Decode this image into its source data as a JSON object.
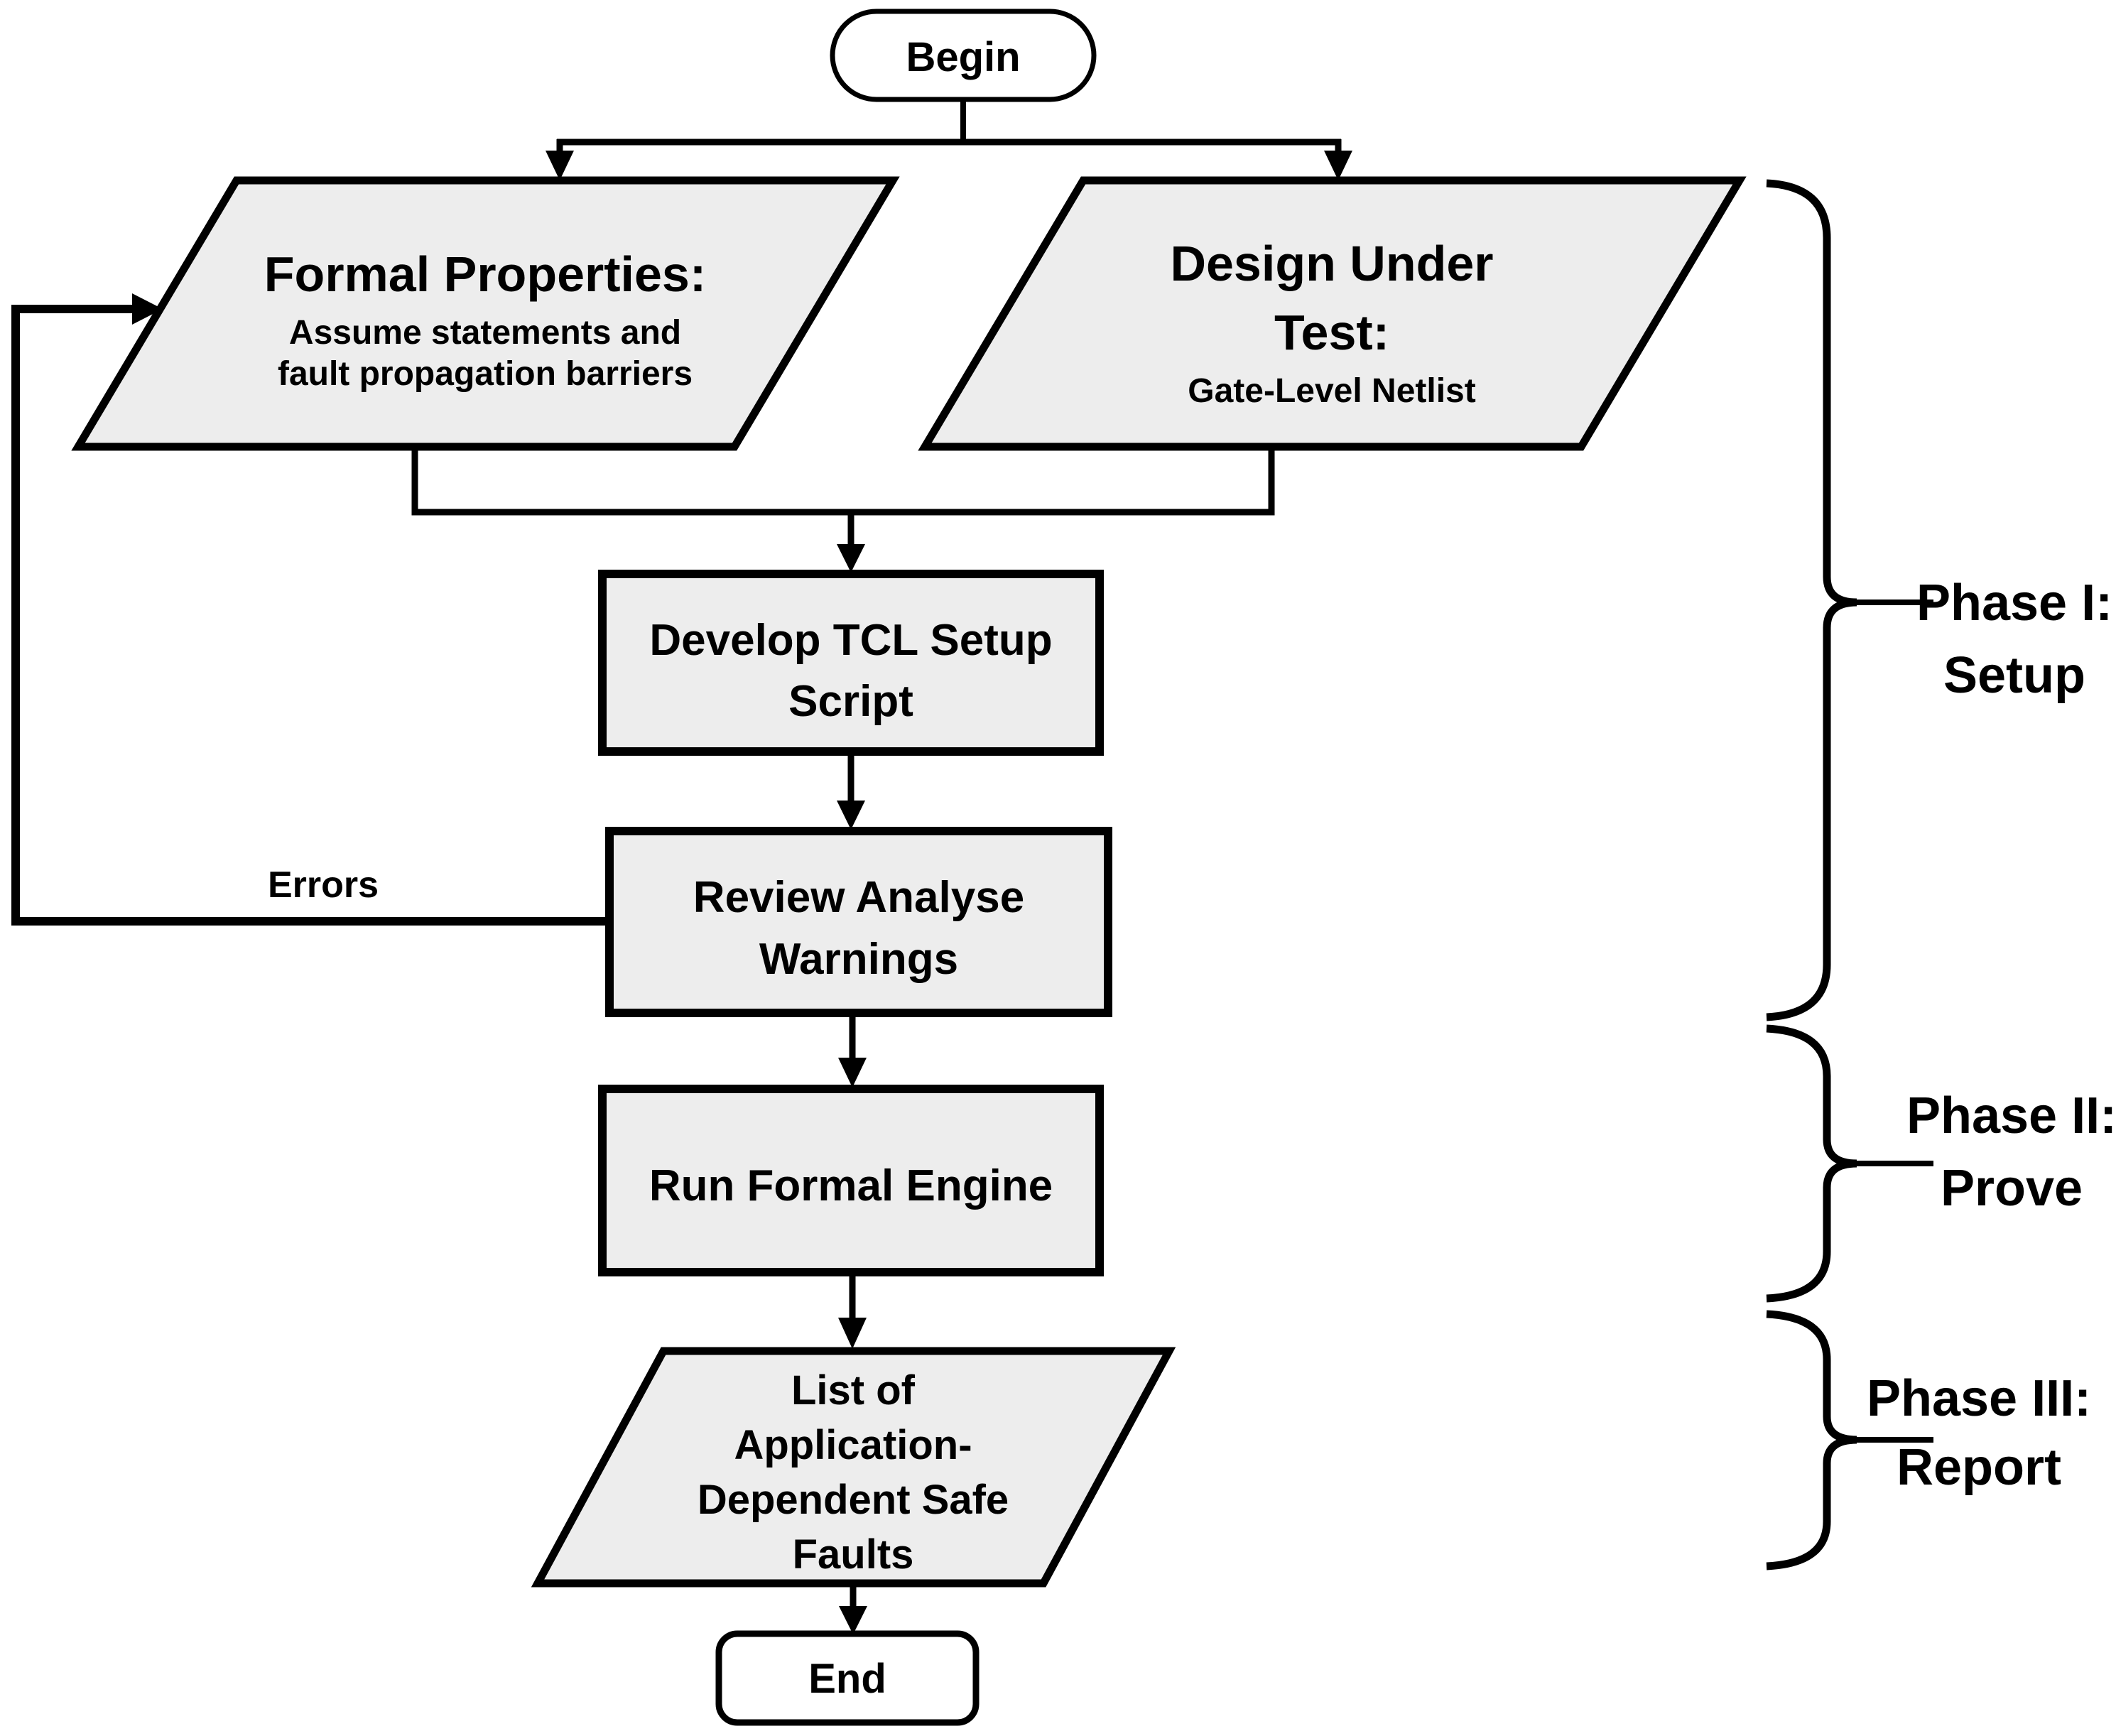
{
  "meta": {
    "background": "#ffffff",
    "stroke_color": "#000000",
    "shape_fill": "#ededed",
    "terminal_fill": "#ffffff"
  },
  "nodes": {
    "begin": {
      "type": "terminal",
      "label": "Begin"
    },
    "formal_properties": {
      "type": "data-parallelogram",
      "title": "Formal Properties:",
      "sub1": "Assume statements and",
      "sub2": "fault propagation barriers"
    },
    "design_under_test": {
      "type": "data-parallelogram",
      "title1": "Design Under",
      "title2": "Test:",
      "sub": "Gate-Level Netlist"
    },
    "develop_tcl_script": {
      "type": "process",
      "line1": "Develop TCL Setup",
      "line2": "Script"
    },
    "review_analyse_warnings": {
      "type": "process",
      "line1": "Review Analyse",
      "line2": "Warnings"
    },
    "run_formal_engine": {
      "type": "process",
      "label": "Run Formal Engine"
    },
    "list_safe_faults": {
      "type": "data-parallelogram",
      "line1": "List of",
      "line2": "Application-",
      "line3": "Dependent Safe",
      "line4": "Faults"
    },
    "end": {
      "type": "terminal",
      "label": "End"
    }
  },
  "edges": {
    "errors_label": "Errors"
  },
  "phases": [
    {
      "name": "Phase I:",
      "detail": "Setup"
    },
    {
      "name": "Phase II:",
      "detail": "Prove"
    },
    {
      "name": "Phase III:",
      "detail": "Report"
    }
  ]
}
